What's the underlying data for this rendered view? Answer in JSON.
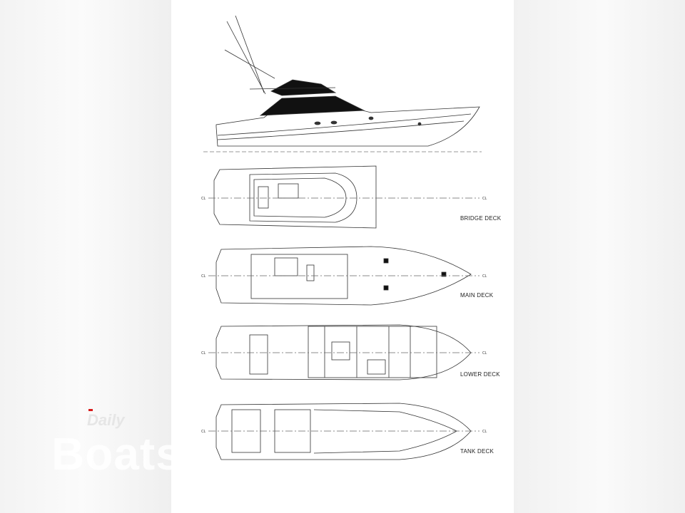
{
  "decks": [
    {
      "id": "bridge",
      "label": "BRIDGE DECK"
    },
    {
      "id": "main",
      "label": "MAIN DECK"
    },
    {
      "id": "lower",
      "label": "LOWER DECK"
    },
    {
      "id": "tank",
      "label": "TANK DECK"
    }
  ],
  "centerline_label": "CL",
  "watermark": {
    "line1": "Daily",
    "line2": "Boats",
    "accent": "#d81b1b"
  }
}
